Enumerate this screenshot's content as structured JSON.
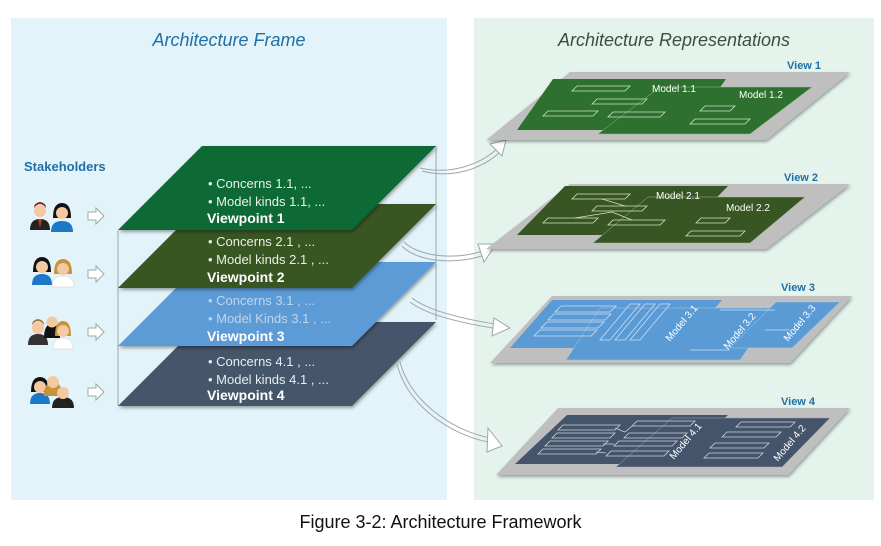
{
  "left_panel": {
    "title": "Architecture Frame"
  },
  "right_panel": {
    "title": "Architecture Representations"
  },
  "stakeholders": {
    "label": "Stakeholders",
    "groups": [
      {
        "icon": "man-woman-group-icon"
      },
      {
        "icon": "two-women-group-icon"
      },
      {
        "icon": "three-people-group-icon"
      },
      {
        "icon": "three-people-group-icon"
      }
    ]
  },
  "viewpoints": [
    {
      "concerns": "• Concerns 1.1, ...",
      "model_kinds": "• Model kinds 1.1, ...",
      "name": "Viewpoint 1",
      "color": "#0d6b35"
    },
    {
      "concerns": "• Concerns 2.1 , ...",
      "model_kinds": "• Model kinds 2.1 , ...",
      "name": "Viewpoint 2",
      "color": "#375623"
    },
    {
      "concerns": "• Concerns 3.1 , ...",
      "model_kinds": "• Model Kinds 3.1 , ...",
      "name": "Viewpoint 3",
      "color": "#5b9bd5"
    },
    {
      "concerns": "• Concerns 4.1 , ...",
      "model_kinds": "• Model kinds 4.1 , ...",
      "name": "Viewpoint 4",
      "color": "#44546a"
    }
  ],
  "views": [
    {
      "label": "View 1",
      "models": [
        "Model 1.1",
        "Model 1.2"
      ],
      "color": "#2e7030"
    },
    {
      "label": "View 2",
      "models": [
        "Model 2.1",
        "Model 2.2"
      ],
      "color": "#375623"
    },
    {
      "label": "View 3",
      "models": [
        "Model 3.1",
        "Model 3.2",
        "Model 3.3"
      ],
      "color": "#5b9bd5"
    },
    {
      "label": "View 4",
      "models": [
        "Model 4.1",
        "Model 4.2"
      ],
      "color": "#44546a"
    }
  ],
  "caption": "Figure 3-2: Architecture Framework",
  "colors": {
    "title_blue": "#1f6fa8",
    "view_base": "#bfbfbf"
  }
}
